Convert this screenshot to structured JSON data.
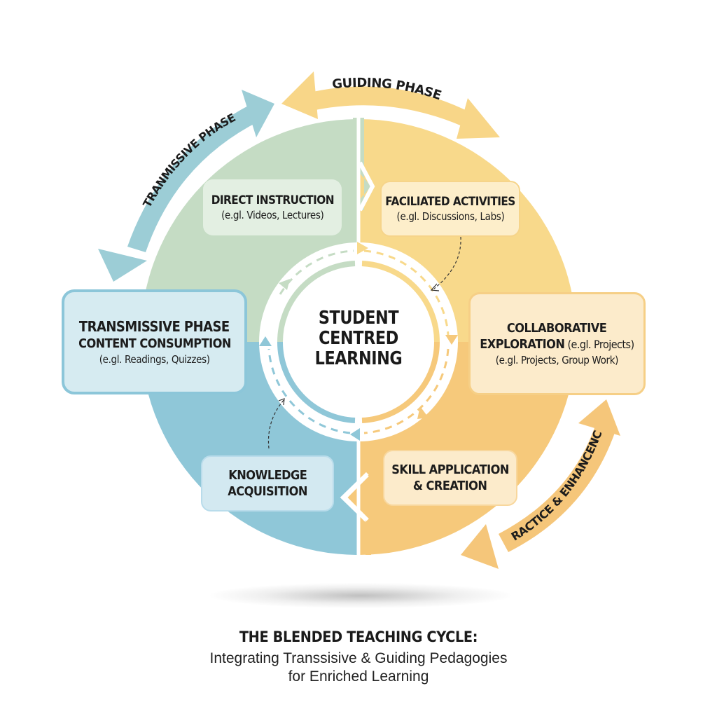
{
  "diagram": {
    "center_label": [
      "STUDENT",
      "CENTRED",
      "LEARNING"
    ],
    "outer_arrows": {
      "guiding": "GUIDING PHASE",
      "transmissive": "TRANMISSIVE PHASE",
      "practice": "PRACTICE & ENHANCENCT"
    },
    "boxes": {
      "direct_instruction": {
        "title": "DIRECT INSTRUCTION",
        "subtitle": "(e.gl. Videos, Lectures)"
      },
      "facilitated_activities": {
        "title": "FACILIATED ACTIVITIES",
        "subtitle": "(e.gl. Discussions, Labs)"
      },
      "transmissive_phase": {
        "title": "TRANSMISSIVE PHASE",
        "title2": "CONTENT CONSUMPTION",
        "subtitle": "(e.gl. Readings, Quizzes)"
      },
      "collaborative_exploration": {
        "title": "COLLABORATIVE",
        "title2": "EXPLORATION",
        "title2_suffix": " (e.gl. Projects)",
        "subtitle": "(e.gl. Projects, Group Work)"
      },
      "knowledge_acquisition": {
        "title": "KNOWLEDGE",
        "title2": "ACQUISITION"
      },
      "skill_application": {
        "title": "SKILL APPLICATION",
        "title2": "& CREATION"
      }
    },
    "colors": {
      "green": "#c4dcc3",
      "blue": "#8fc7d8",
      "yellow": "#f8d98a",
      "orange": "#f6c97b",
      "teal_arrow": "#9ccdd6",
      "yellow_arrow": "#f8d688",
      "orange_arrow": "#f5c67a"
    }
  },
  "footer": {
    "title": "THE BLENDED TEACHING CYCLE:",
    "subtitle_line1": "Integrating Transsisive & Guiding Pedagogies",
    "subtitle_line2": "for Enriched Learning"
  }
}
